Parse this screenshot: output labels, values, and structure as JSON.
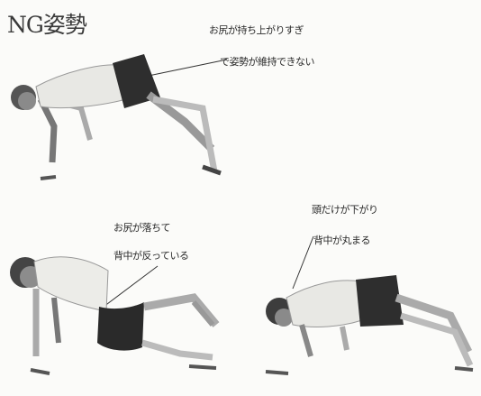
{
  "heading": "NG姿勢",
  "captions": {
    "top_line1": "お尻が持ち上がりすぎ",
    "top_line2": "で姿勢が維持できない",
    "bottom_left_line1": "お尻が落ちて",
    "bottom_left_line2": "背中が反っている",
    "bottom_right_line1": "頭だけが下がり",
    "bottom_right_line2": "背中が丸まる"
  }
}
